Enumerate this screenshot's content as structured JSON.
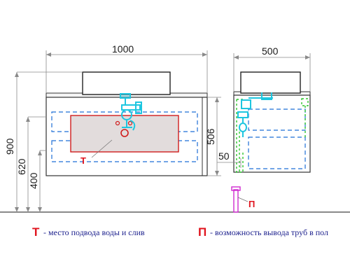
{
  "dimensions": {
    "width_front": "1000",
    "width_side": "500",
    "height_total": "900",
    "height_620": "620",
    "height_400": "400",
    "height_506": "506",
    "offset_50": "50"
  },
  "markers": {
    "t_letter": "Т",
    "p_letter": "П"
  },
  "legend": {
    "t_symbol": "Т",
    "t_text": "- место подвода воды и слив",
    "p_symbol": "П",
    "p_text": "- возможность вывода труб в пол"
  },
  "colors": {
    "outline": "#333333",
    "dimension": "#8a8a8a",
    "dashed_blue": "#1f6fd6",
    "zone_fill": "#e2dcdc",
    "zone_border": "#d01c1c",
    "pipe_cyan": "#1ec6e0",
    "pipe_green": "#2fc62f",
    "pipe_magenta": "#d02ad0",
    "legend_text": "#1a1e8c",
    "legend_symbol": "#e0141e"
  }
}
